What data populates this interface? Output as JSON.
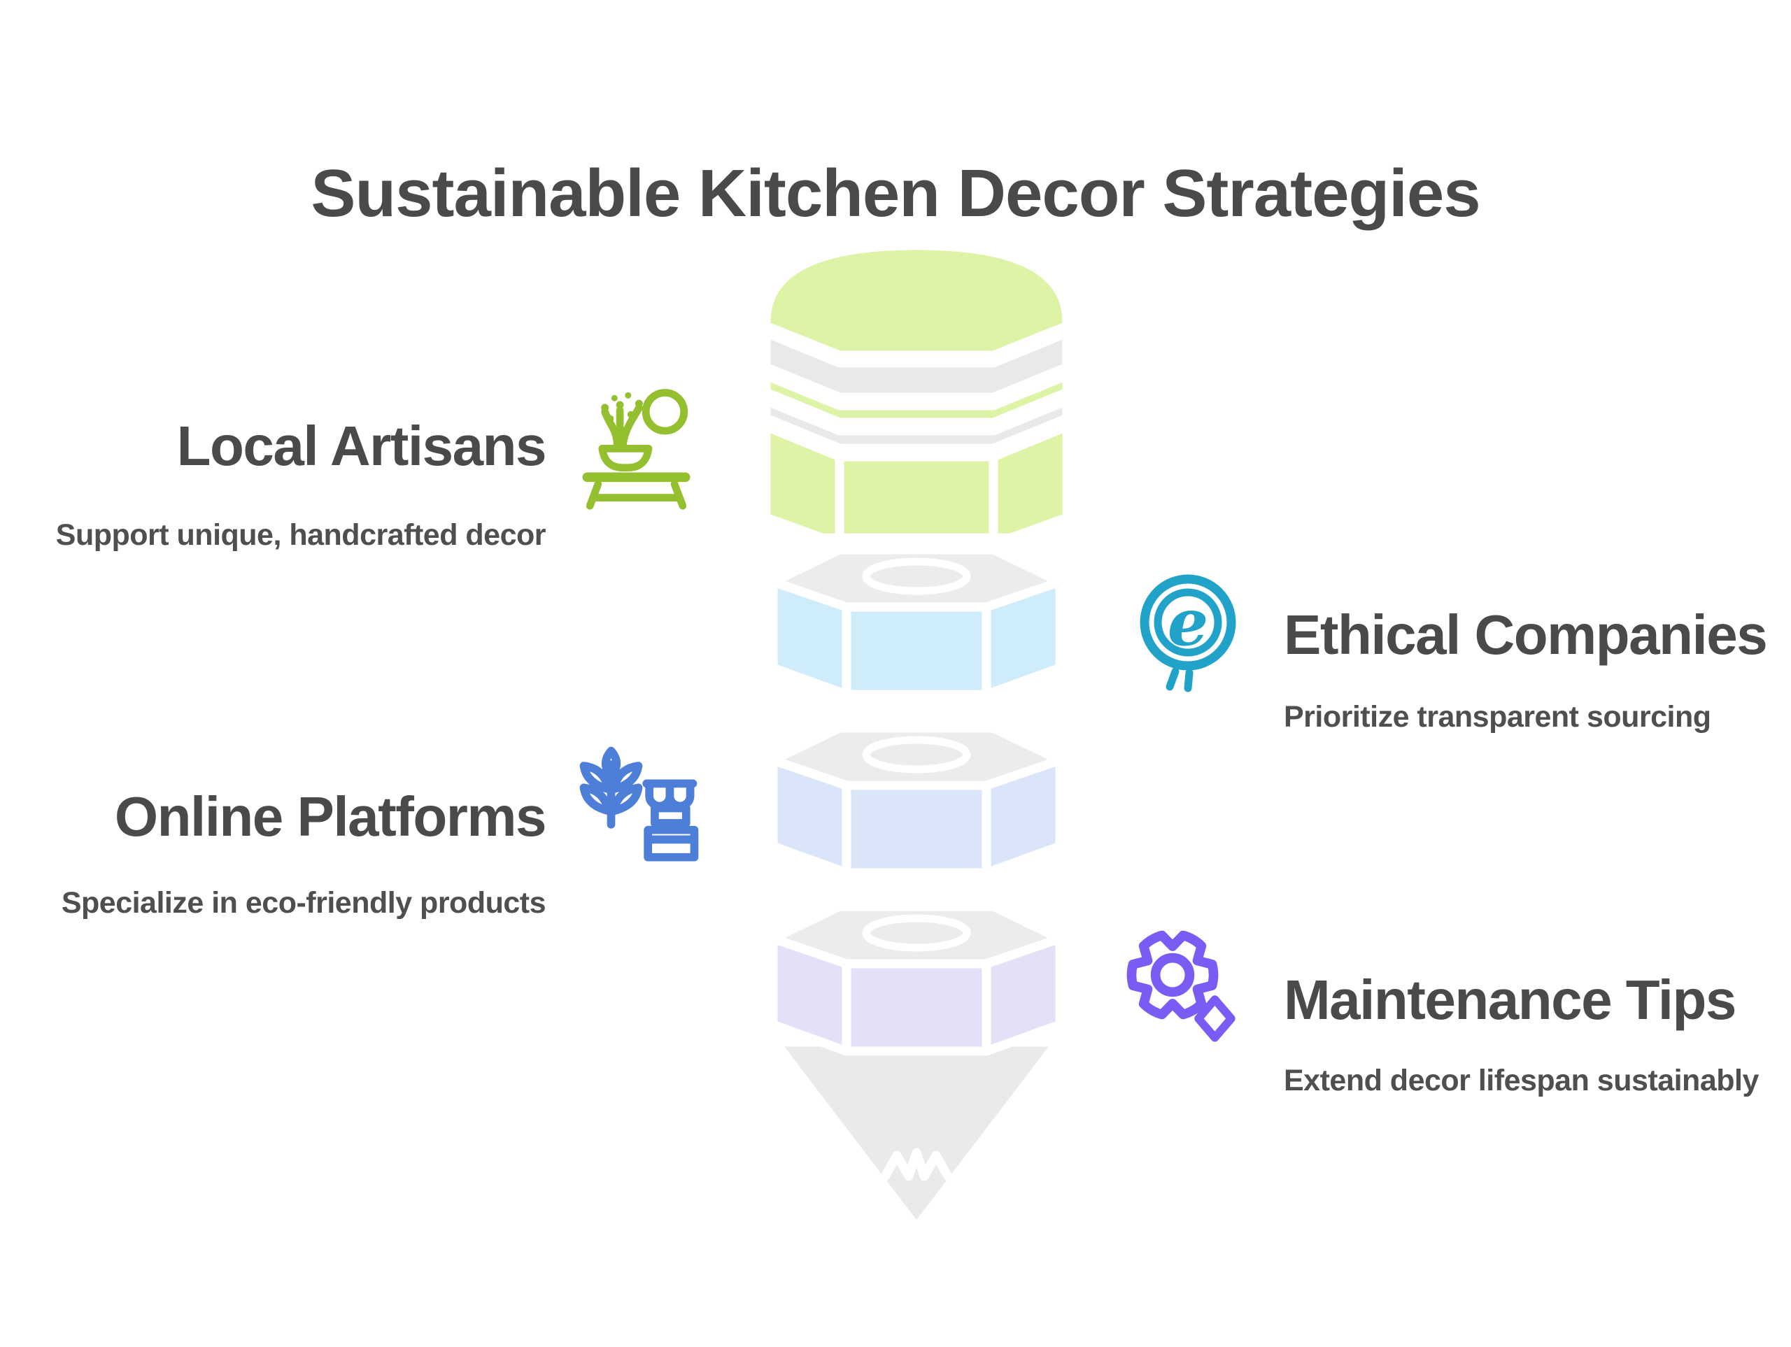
{
  "title": "Sustainable Kitchen Decor Strategies",
  "sections": [
    {
      "heading": "Local Artisans",
      "description": "Support unique, handcrafted decor",
      "icon": "plant-on-table-with-mirror-icon",
      "accent_color": "#94bf2e",
      "side": "left"
    },
    {
      "heading": "Ethical Companies",
      "description": "Prioritize transparent sourcing",
      "icon": "e-certification-badge-icon",
      "accent_color": "#21a3c9",
      "side": "right"
    },
    {
      "heading": "Online Platforms",
      "description": "Specialize in eco-friendly products",
      "icon": "wheat-and-storefront-icon",
      "accent_color": "#4d7ed8",
      "side": "left"
    },
    {
      "heading": "Maintenance Tips",
      "description": "Extend decor lifespan sustainably",
      "icon": "gear-with-sparkle-icon",
      "accent_color": "#7a5cf5",
      "side": "right"
    }
  ],
  "funnel": {
    "layer_colors": [
      "#ddf3a6",
      "#cfecfb",
      "#dbe5fa",
      "#e5dff7"
    ],
    "band_gray": "#e9e9e9",
    "top_face_gray": "#ececec",
    "cone_gray": "#eaeae8"
  },
  "text_colors": {
    "title": "#4a4a4a",
    "heading": "#4a4a4a",
    "description": "#4f4f4f"
  }
}
